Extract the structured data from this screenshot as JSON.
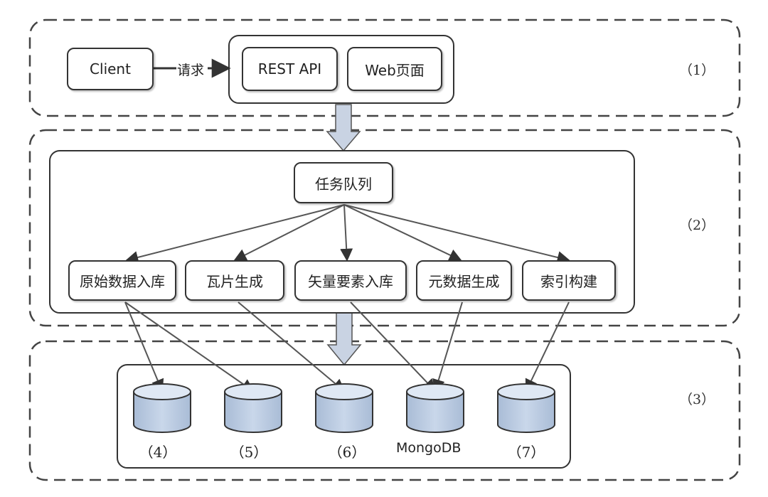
{
  "sections": [
    {
      "id": "s1",
      "label": "（1）"
    },
    {
      "id": "s2",
      "label": "（2）"
    },
    {
      "id": "s3",
      "label": "（3）"
    }
  ],
  "client": {
    "label": "Client"
  },
  "request_label": "请求",
  "api_nodes": [
    "REST API",
    "Web页面"
  ],
  "task_queue": {
    "label": "任务队列"
  },
  "tasks": [
    "原始数据入库",
    "瓦片生成",
    "矢量要素入库",
    "元数据生成",
    "索引构建"
  ],
  "databases": [
    "（4）",
    "（5）",
    "（6）",
    "（7）"
  ],
  "mongodb_label": "MongoDB",
  "colors": {
    "stroke": "#333333",
    "arrow_fill": "#c9d3e3",
    "db_top": "#d9e4f2",
    "db_body": "#b7c7dd",
    "dash": "#444444"
  }
}
